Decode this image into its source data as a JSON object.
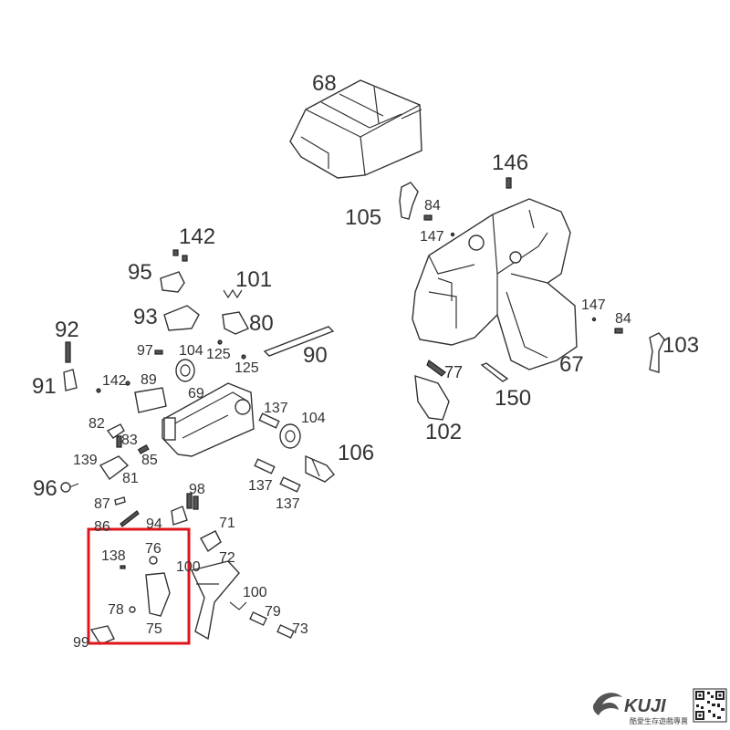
{
  "diagram": {
    "labels": [
      {
        "id": "68",
        "text": "68"
      },
      {
        "id": "146",
        "text": "146"
      },
      {
        "id": "105",
        "text": "105"
      },
      {
        "id": "84a",
        "text": "84"
      },
      {
        "id": "147a",
        "text": "147"
      },
      {
        "id": "142a",
        "text": "142"
      },
      {
        "id": "95",
        "text": "95"
      },
      {
        "id": "101",
        "text": "101"
      },
      {
        "id": "93",
        "text": "93"
      },
      {
        "id": "80",
        "text": "80"
      },
      {
        "id": "92",
        "text": "92"
      },
      {
        "id": "97",
        "text": "97"
      },
      {
        "id": "104a",
        "text": "104"
      },
      {
        "id": "125a",
        "text": "125"
      },
      {
        "id": "125b",
        "text": "125"
      },
      {
        "id": "90",
        "text": "90"
      },
      {
        "id": "147b",
        "text": "147"
      },
      {
        "id": "84b",
        "text": "84"
      },
      {
        "id": "103",
        "text": "103"
      },
      {
        "id": "67",
        "text": "67"
      },
      {
        "id": "91",
        "text": "91"
      },
      {
        "id": "142b",
        "text": "142"
      },
      {
        "id": "89",
        "text": "89"
      },
      {
        "id": "69",
        "text": "69"
      },
      {
        "id": "77",
        "text": "77"
      },
      {
        "id": "150",
        "text": "150"
      },
      {
        "id": "137a",
        "text": "137"
      },
      {
        "id": "104b",
        "text": "104"
      },
      {
        "id": "102",
        "text": "102"
      },
      {
        "id": "82",
        "text": "82"
      },
      {
        "id": "83",
        "text": "83"
      },
      {
        "id": "85",
        "text": "85"
      },
      {
        "id": "106",
        "text": "106"
      },
      {
        "id": "139",
        "text": "139"
      },
      {
        "id": "81",
        "text": "81"
      },
      {
        "id": "96",
        "text": "96"
      },
      {
        "id": "137b",
        "text": "137"
      },
      {
        "id": "137c",
        "text": "137"
      },
      {
        "id": "98",
        "text": "98"
      },
      {
        "id": "87",
        "text": "87"
      },
      {
        "id": "86",
        "text": "86"
      },
      {
        "id": "94",
        "text": "94"
      },
      {
        "id": "71",
        "text": "71"
      },
      {
        "id": "76",
        "text": "76"
      },
      {
        "id": "138",
        "text": "138"
      },
      {
        "id": "72",
        "text": "72"
      },
      {
        "id": "100a",
        "text": "100"
      },
      {
        "id": "100b",
        "text": "100"
      },
      {
        "id": "78",
        "text": "78"
      },
      {
        "id": "79",
        "text": "79"
      },
      {
        "id": "75",
        "text": "75"
      },
      {
        "id": "73",
        "text": "73"
      },
      {
        "id": "99",
        "text": "99"
      }
    ],
    "highlight": {
      "color": "#e0141b"
    }
  },
  "footer": {
    "brand": "KUJI",
    "tagline": "酷愛生存遊戲專賣"
  },
  "colors": {
    "line": "#333333",
    "label": "#333333",
    "highlight": "#e0141b"
  }
}
